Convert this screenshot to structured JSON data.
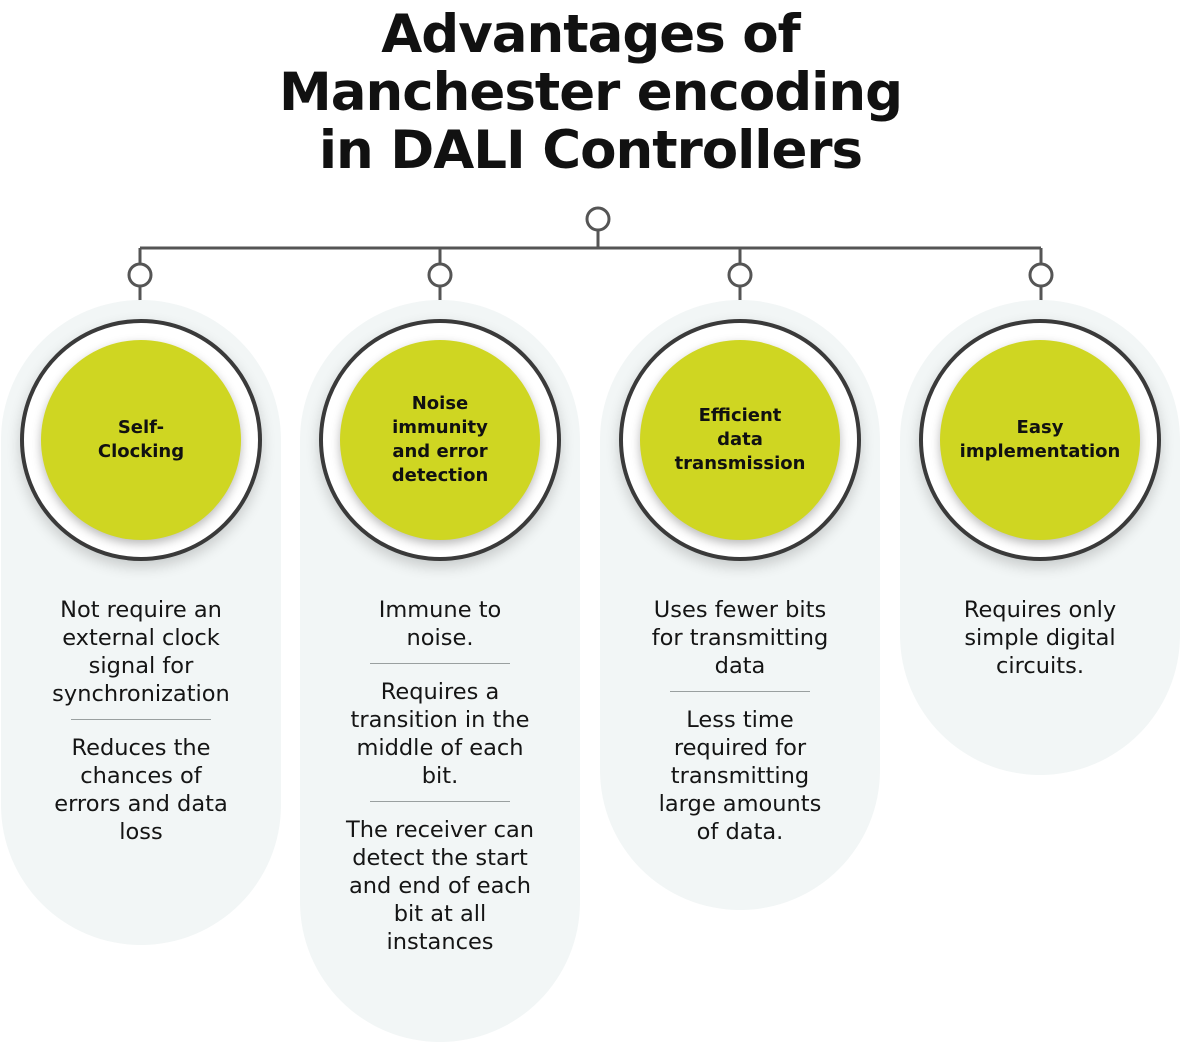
{
  "title": {
    "line1": "Advantages of",
    "line2": "Manchester encoding",
    "line3": "in DALI Controllers"
  },
  "colors": {
    "disc": "#cfd622",
    "column_background": "#f2f6f6",
    "connector": "#555555",
    "text": "#111111"
  },
  "columns": [
    {
      "heading": "Self-\nClocking",
      "points": [
        "Not require an\nexternal clock\nsignal for\nsynchronization",
        "Reduces the\nchances of\nerrors and data\nloss"
      ]
    },
    {
      "heading": "Noise\nimmunity\nand error\ndetection",
      "points": [
        "Immune to\nnoise.",
        "Requires a\ntransition in the\nmiddle of each\nbit.",
        "The receiver can\ndetect the start\nand end of each\nbit at all\ninstances"
      ]
    },
    {
      "heading": "Efficient\ndata\ntransmission",
      "points": [
        "Uses fewer bits\nfor transmitting\ndata",
        "Less time\nrequired for\ntransmitting\nlarge amounts\nof data."
      ]
    },
    {
      "heading": "Easy\nimplementation",
      "points": [
        "Requires only\nsimple digital\ncircuits."
      ]
    }
  ]
}
